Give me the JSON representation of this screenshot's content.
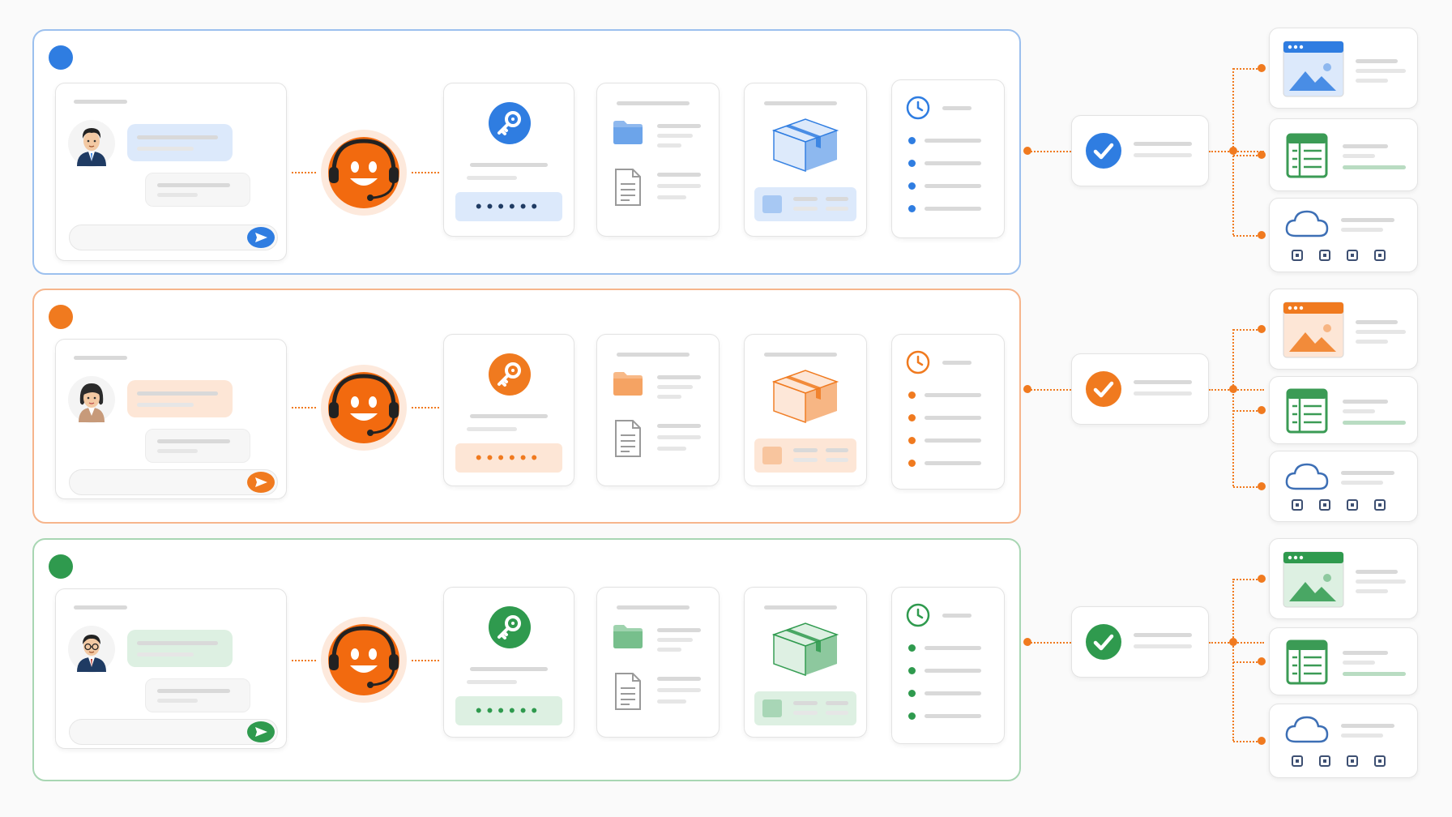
{
  "lanes": [
    {
      "id": "blue",
      "accent": "#2f7de1",
      "accent_light": "#dce9fb",
      "border": "#9cc0ee",
      "avatar": "male-agent-avatar"
    },
    {
      "id": "orange",
      "accent": "#f07a1f",
      "accent_light": "#fde6d6",
      "border": "#f6b58c",
      "avatar": "female-agent-avatar"
    },
    {
      "id": "green",
      "accent": "#2f9a4e",
      "accent_light": "#ddf0e2",
      "border": "#a8d6b3",
      "avatar": "glasses-agent-avatar"
    }
  ],
  "connector_color": "#f07a1f",
  "bot_color": "#f26a0f",
  "password_mask": "••••••",
  "outputs": [
    "image-window",
    "spreadsheet",
    "cloud-storage"
  ]
}
